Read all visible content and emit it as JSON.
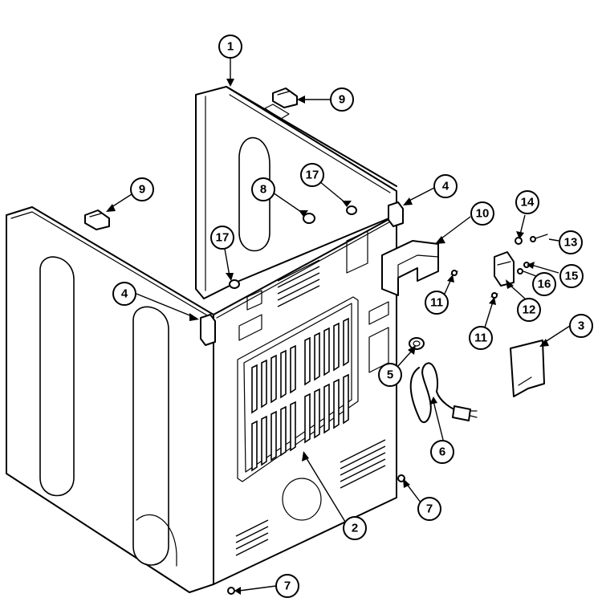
{
  "callouts": [
    {
      "id": "c1",
      "label": "1"
    },
    {
      "id": "c2",
      "label": "2"
    },
    {
      "id": "c3",
      "label": "3"
    },
    {
      "id": "c4a",
      "label": "4"
    },
    {
      "id": "c4b",
      "label": "4"
    },
    {
      "id": "c5",
      "label": "5"
    },
    {
      "id": "c6",
      "label": "6"
    },
    {
      "id": "c7a",
      "label": "7"
    },
    {
      "id": "c7b",
      "label": "7"
    },
    {
      "id": "c8",
      "label": "8"
    },
    {
      "id": "c9a",
      "label": "9"
    },
    {
      "id": "c9b",
      "label": "9"
    },
    {
      "id": "c10",
      "label": "10"
    },
    {
      "id": "c11a",
      "label": "11"
    },
    {
      "id": "c11b",
      "label": "11"
    },
    {
      "id": "c12",
      "label": "12"
    },
    {
      "id": "c13",
      "label": "13"
    },
    {
      "id": "c14",
      "label": "14"
    },
    {
      "id": "c15",
      "label": "15"
    },
    {
      "id": "c16",
      "label": "16"
    },
    {
      "id": "c17a",
      "label": "17"
    },
    {
      "id": "c17b",
      "label": "17"
    }
  ]
}
